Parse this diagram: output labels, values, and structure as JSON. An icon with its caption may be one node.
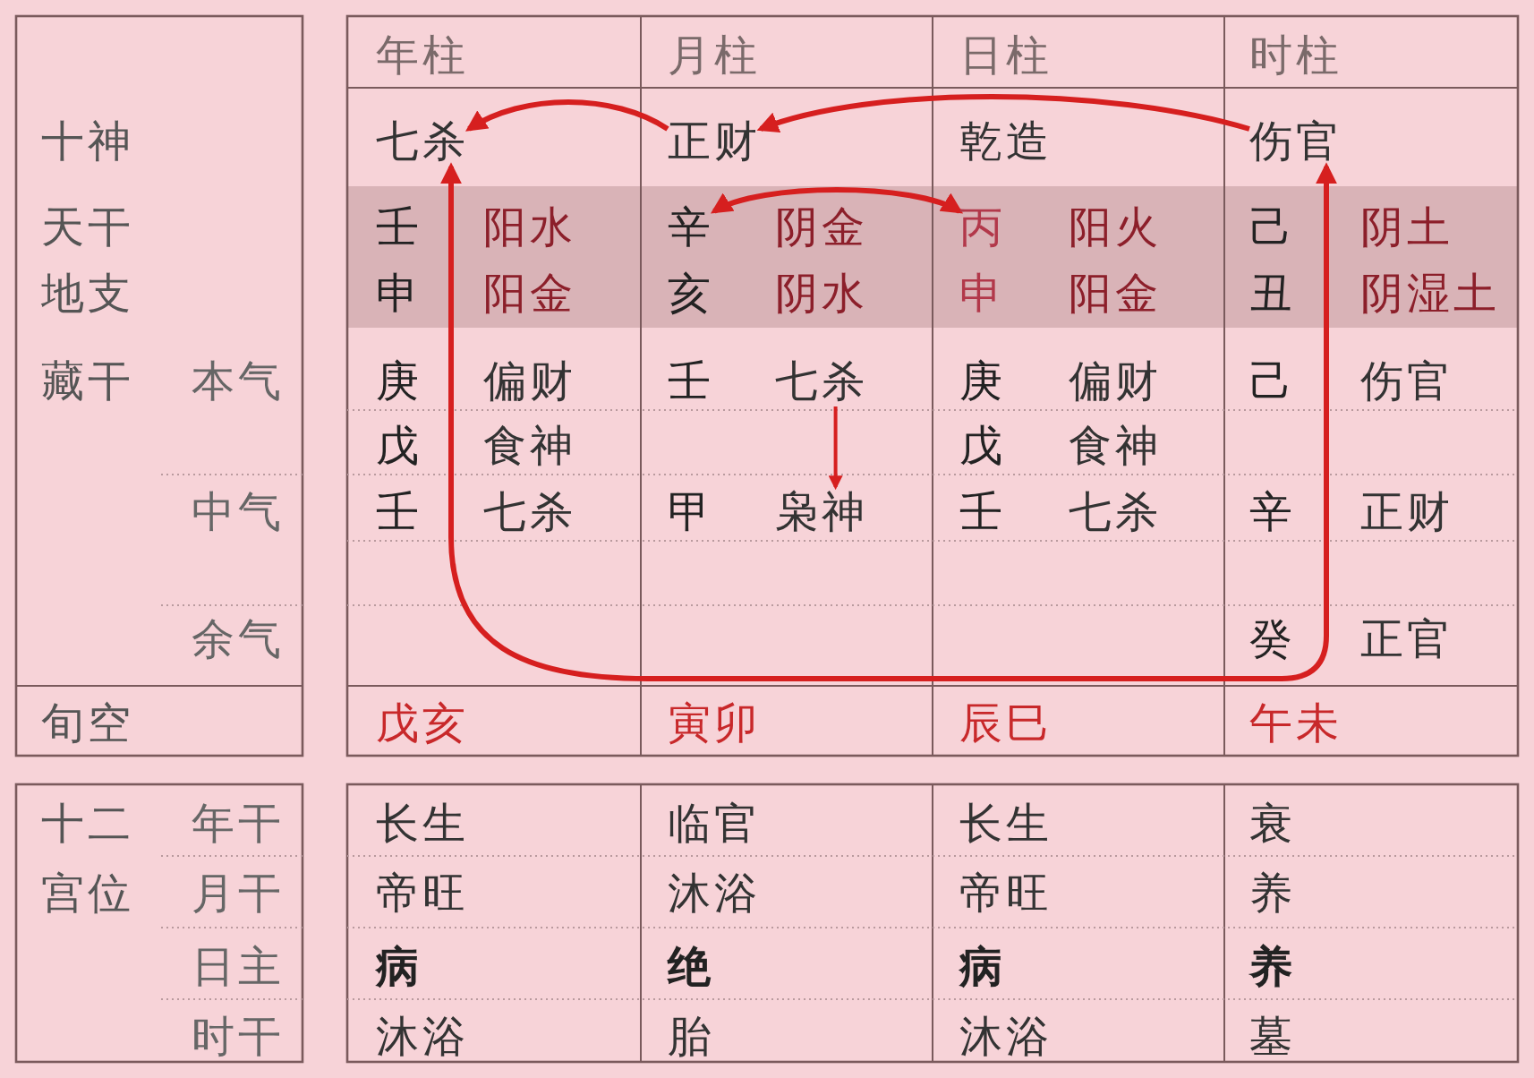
{
  "diagram": {
    "nodes": [
      {
        "text": [
          "七杀"
        ]
      },
      {
        "text": [
          "正财"
        ]
      },
      {
        "text": [
          "伤官"
        ]
      },
      {
        "text": [
          "辛"
        ]
      },
      {
        "text": [
          "丙"
        ]
      },
      {
        "text": [
          "七杀"
        ]
      },
      {
        "text": [
          "枭神"
        ]
      }
    ],
    "edges": [
      {
        "from": 1,
        "to": 0,
        "arrow": "to"
      },
      {
        "from": 2,
        "to": 1,
        "arrow": "to"
      },
      {
        "from": 3,
        "to": 4,
        "arrow": "both"
      },
      {
        "from": 5,
        "to": 6,
        "arrow": "to"
      },
      {
        "from": 0,
        "to": 2,
        "arrow": "both"
      }
    ],
    "labels": [
      "年柱",
      "月柱",
      "日柱",
      "时柱",
      "十神",
      "乾造",
      "天干",
      "壬",
      "阳水",
      "阴金",
      "阳火",
      "己",
      "阴土",
      "地支",
      "申",
      "阳金",
      "亥",
      "阴水",
      "申",
      "阳金",
      "丑",
      "阴湿土",
      "藏干",
      "本气",
      "庚",
      "偏财",
      "壬",
      "庚",
      "偏财",
      "己",
      "伤官",
      "戊",
      "食神",
      "戊",
      "食神",
      "中气",
      "壬",
      "七杀",
      "甲",
      "壬",
      "七杀",
      "辛",
      "正财",
      "余气",
      "癸",
      "正官",
      "旬空",
      "戊亥",
      "寅卯",
      "辰巳",
      "午未",
      "十二宫位",
      "年干",
      "长生",
      "临官",
      "长生",
      "衰",
      "月干",
      "帝旺",
      "沐浴",
      "帝旺",
      "养",
      "日主",
      "病",
      "绝",
      "病",
      "养",
      "时干",
      "沐浴",
      "胎",
      "沐浴",
      "墓"
    ]
  }
}
